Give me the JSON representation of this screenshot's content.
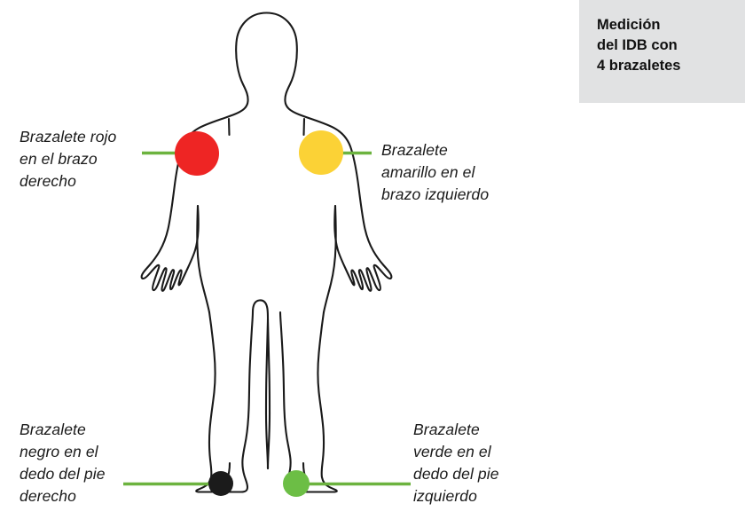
{
  "legend": {
    "title": "Medición\ndel IDB con\n4 brazaletes",
    "background_color": "#e1e2e3"
  },
  "figure": {
    "alt": "Silueta de cuerpo humano de pie, vista frontal",
    "outline_color": "#1a1a1a"
  },
  "annotations": [
    {
      "id": "red-arm",
      "text": "Brazalete rojo\nen el brazo\nderecho",
      "marker_color": "#ee2524",
      "marker_label": "brazalete-rojo",
      "connector_color": "#6cb33f",
      "body_site": "brazo derecho"
    },
    {
      "id": "yellow-arm",
      "text": "Brazalete\namarillo en el\nbrazo izquierdo",
      "marker_color": "#fbd236",
      "marker_label": "brazalete-amarillo",
      "connector_color": "#6cb33f",
      "body_site": "brazo izquierdo"
    },
    {
      "id": "black-toe",
      "text": "Brazalete\nnegro en el\ndedo del pie\nderecho",
      "marker_color": "#1b1b1b",
      "marker_label": "brazalete-negro",
      "connector_color": "#6cb33f",
      "body_site": "dedo del pie derecho"
    },
    {
      "id": "green-toe",
      "text": "Brazalete\nverde en el\ndedo del pie\nizquierdo",
      "marker_color": "#6cbe45",
      "marker_label": "brazalete-verde",
      "connector_color": "#6cb33f",
      "body_site": "dedo del pie izquierdo"
    }
  ]
}
